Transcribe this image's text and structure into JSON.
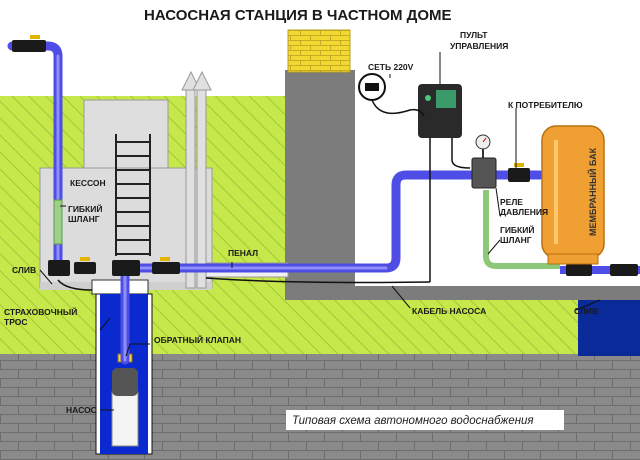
{
  "title": "НАСОСНАЯ СТАНЦИЯ В ЧАСТНОМ ДОМЕ",
  "caption": "Типовая схема автономного водоснабжения",
  "labels": {
    "network": "СЕТЬ 220V",
    "control_panel_1": "ПУЛЬТ",
    "control_panel_2": "УПРАВЛЕНИЯ",
    "to_consumer": "К ПОТРЕБИТЕЛЮ",
    "membrane_tank": "МЕМБРАННЫЙ БАК",
    "caisson": "КЕССОН",
    "flex_hose_left_1": "ГИБКИЙ",
    "flex_hose_left_2": "ШЛАНГ",
    "drain": "СЛИВ",
    "safety_rope_1": "СТРАХОВОЧНЫЙ",
    "safety_rope_2": "ТРОС",
    "check_valve": "ОБРАТНЫЙ КЛАПАН",
    "pump": "НАСОС",
    "casing": "ПЕНАЛ",
    "pressure_relay_1": "РЕЛЕ",
    "pressure_relay_2": "ДАВЛЕНИЯ",
    "flex_hose_right_1": "ГИБКИЙ",
    "flex_hose_right_2": "ШЛАНГ",
    "pump_cable": "КАБЕЛЬ НАСОСА",
    "drain_right": "СЛИВ"
  },
  "colors": {
    "ground": "#c6e84a",
    "pipe": "#4e4ee6",
    "tank": "#f0a032",
    "brick": "#808080",
    "wall": "#7c7c7c",
    "flex_hose": "#8cc878",
    "yellow_brick": "#f2d830"
  }
}
